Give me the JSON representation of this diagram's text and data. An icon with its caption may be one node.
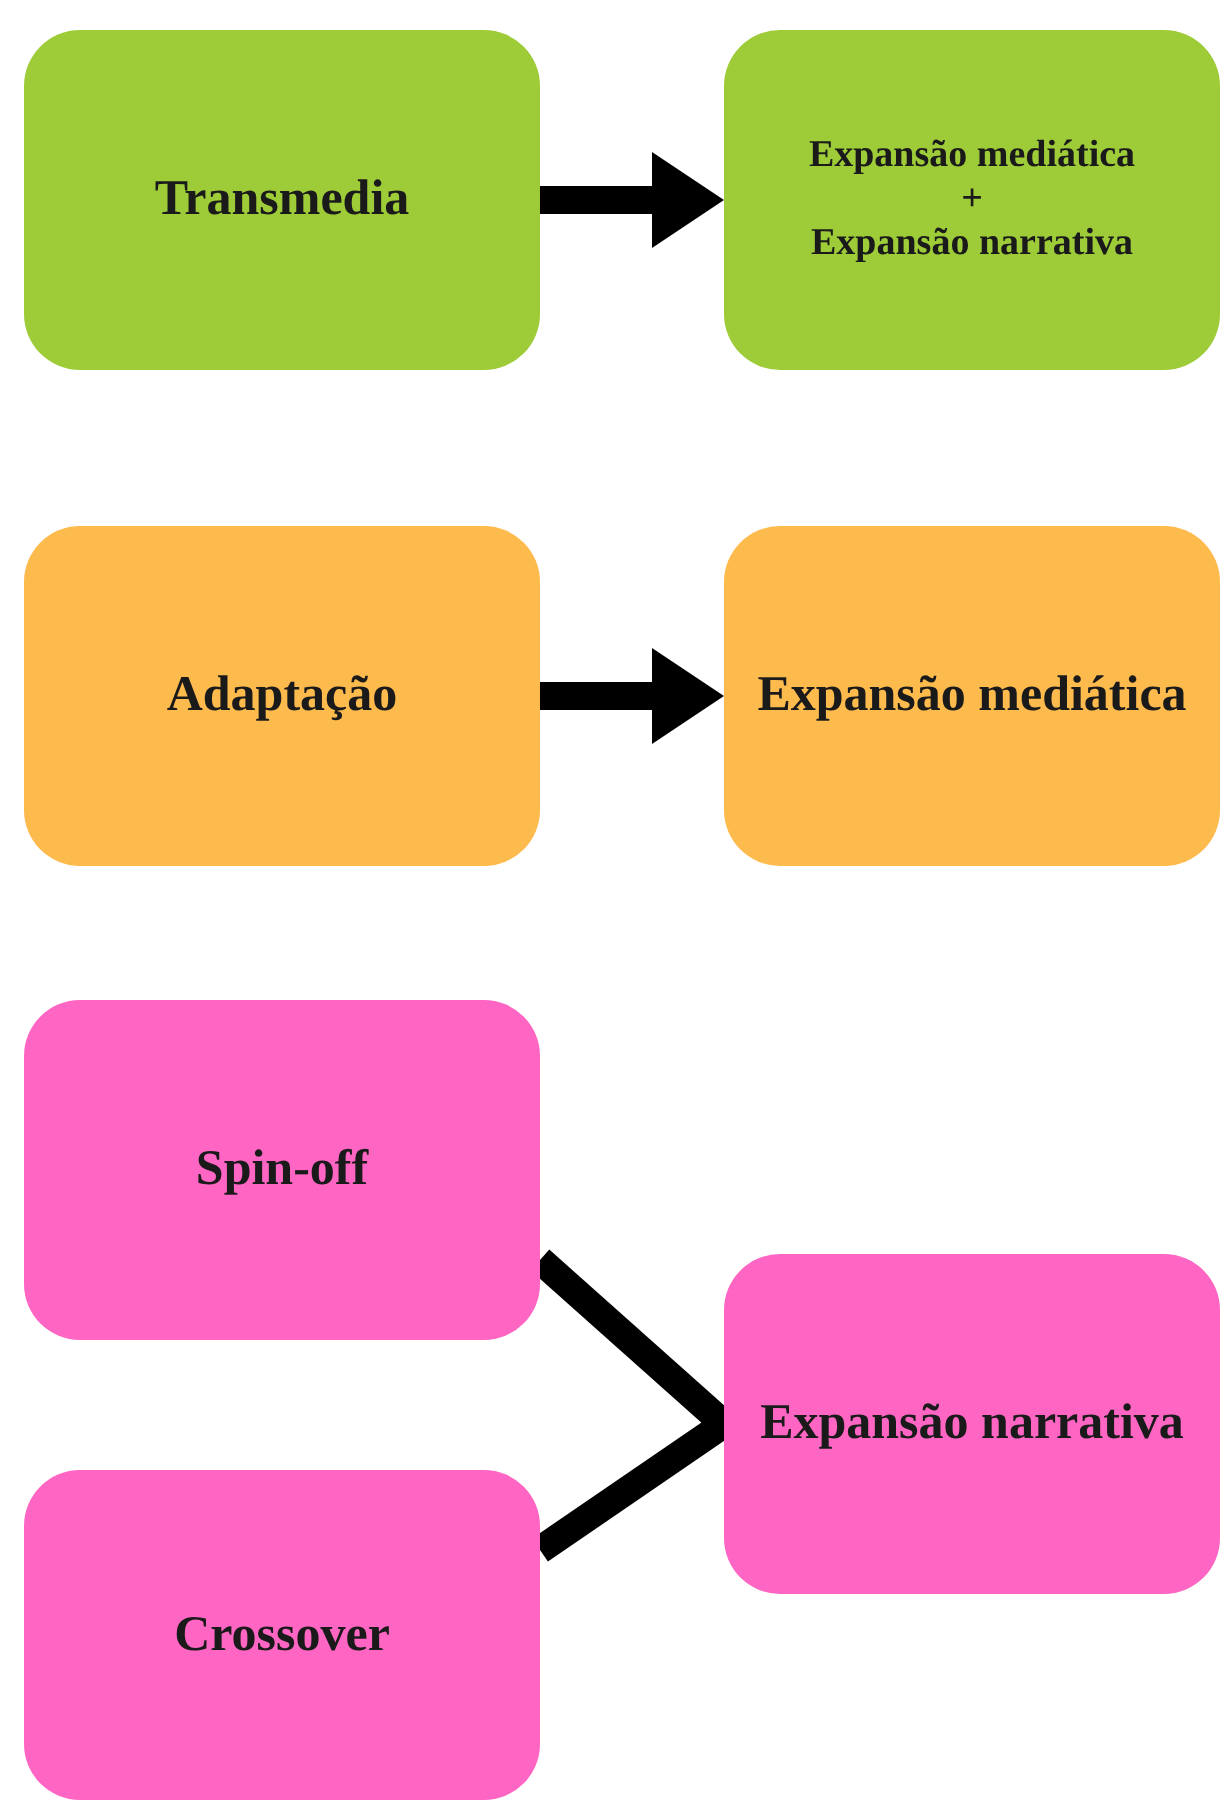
{
  "diagram": {
    "nodes": [
      {
        "text": [
          "Transmedia"
        ]
      },
      {
        "text": [
          "Expansão mediática",
          "+",
          "Expansão narrativa"
        ]
      },
      {
        "text": [
          "Adaptação"
        ]
      },
      {
        "text": [
          "Expansão mediática"
        ]
      },
      {
        "text": [
          "Spin-off"
        ]
      },
      {
        "text": [
          "Crossover"
        ]
      },
      {
        "text": [
          "Expansão narrativa"
        ]
      }
    ],
    "edges": [
      {
        "from": 0,
        "to": 1,
        "arrow": "to"
      },
      {
        "from": 2,
        "to": 3,
        "arrow": "to"
      },
      {
        "from": 4,
        "to": 6,
        "arrow": "none"
      },
      {
        "from": 5,
        "to": 6,
        "arrow": "none"
      }
    ]
  }
}
